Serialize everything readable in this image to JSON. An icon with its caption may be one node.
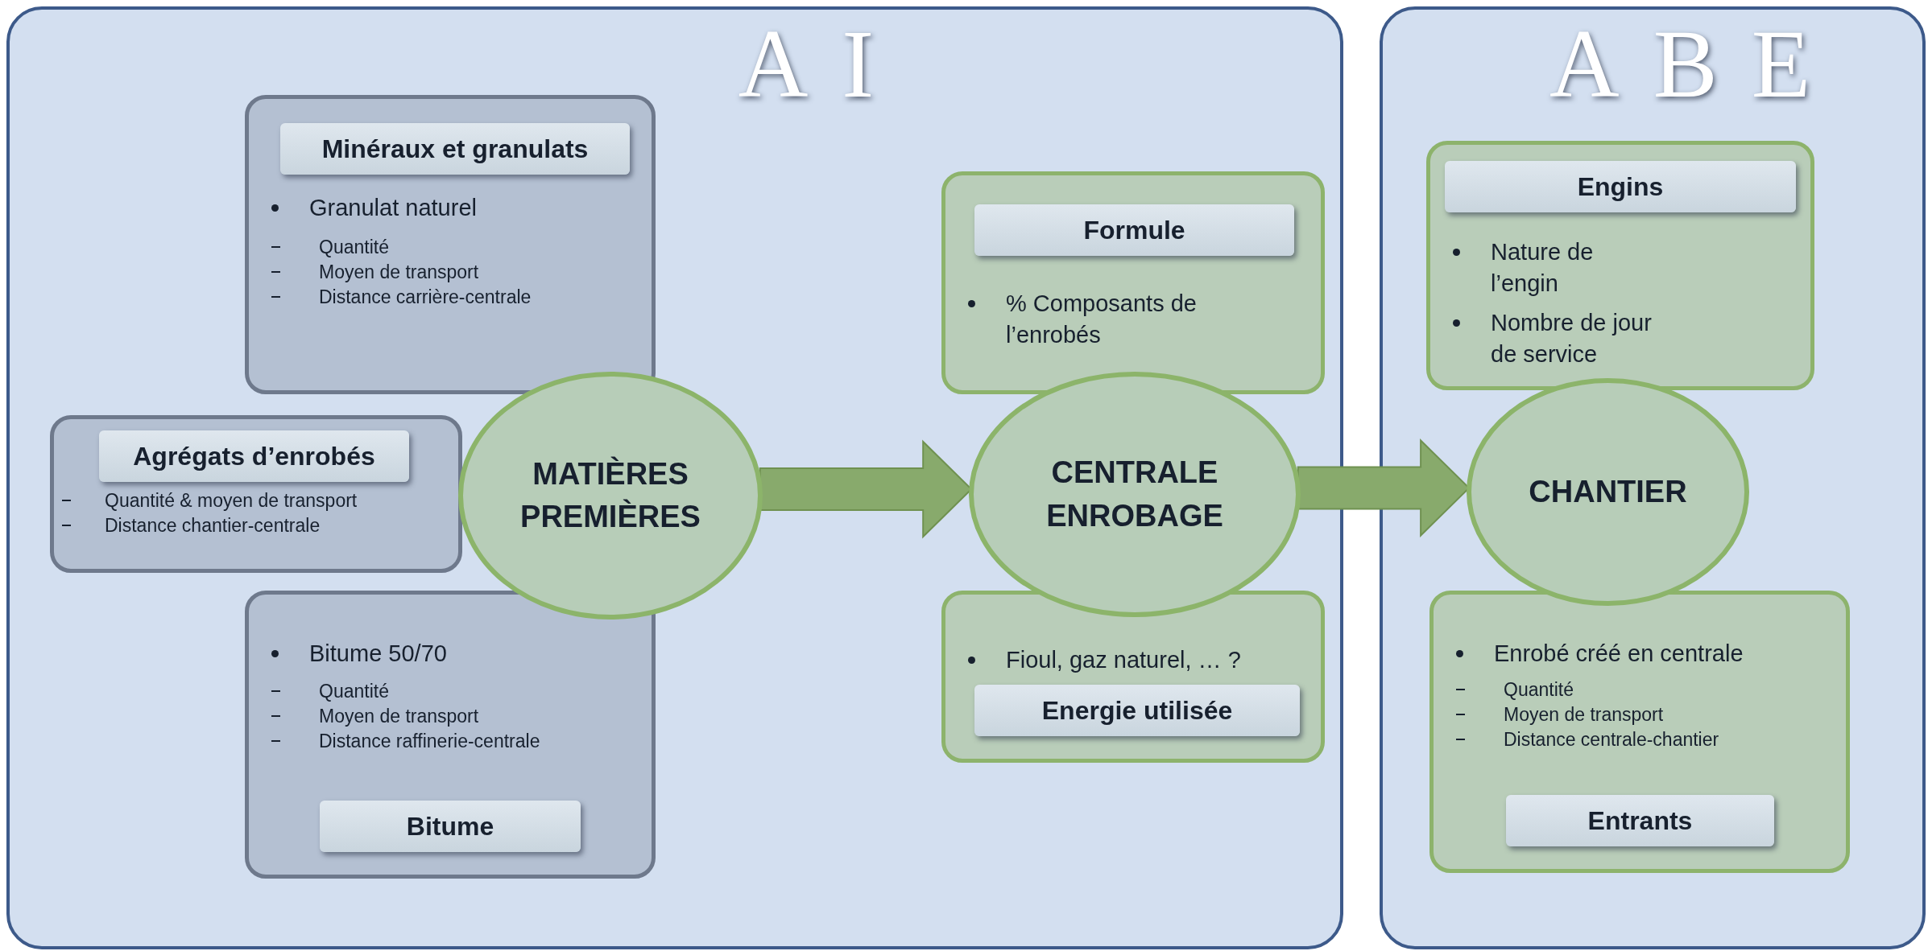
{
  "diagram": {
    "nodes": [
      {
        "text": [
          "AI"
        ]
      },
      {
        "text": [
          "Minéraux et granulats",
          "Granulat naturel",
          "Quantité",
          "Moyen de transport",
          "Distance carrière-centrale"
        ],
        "in": 0
      },
      {
        "text": [
          "Agrégats d’enrobés",
          "Quantité & moyen de transport",
          "Distance chantier-centrale"
        ],
        "in": 0
      },
      {
        "text": [
          "Bitume 50/70",
          "Quantité",
          "Moyen de transport",
          "Distance raffinerie-centrale",
          "Bitume"
        ],
        "in": 0
      },
      {
        "text": [
          "MATIÈRES PREMIÈRES"
        ],
        "in": 0
      },
      {
        "text": [
          "Formule",
          "% Composants de l’enrobés"
        ],
        "in": 0
      },
      {
        "text": [
          "CENTRALE ENROBAGE"
        ],
        "in": 0
      },
      {
        "text": [
          "Fioul, gaz naturel, … ?",
          "Energie utilisée"
        ],
        "in": 0
      },
      {
        "text": [
          "ABE"
        ]
      },
      {
        "text": [
          "Engins",
          "Nature de l’engin",
          "Nombre de jour de service"
        ],
        "in": 8
      },
      {
        "text": [
          "CHANTIER"
        ],
        "in": 8
      },
      {
        "text": [
          "Enrobé créé en centrale",
          "Quantité",
          "Moyen de transport",
          "Distance centrale-chantier",
          "Entrants"
        ],
        "in": 8
      }
    ],
    "edges": [
      {
        "from": 4,
        "to": 6,
        "arrow": "to",
        "style": "thick"
      },
      {
        "from": 6,
        "to": 10,
        "arrow": "to",
        "style": "thick"
      }
    ]
  }
}
